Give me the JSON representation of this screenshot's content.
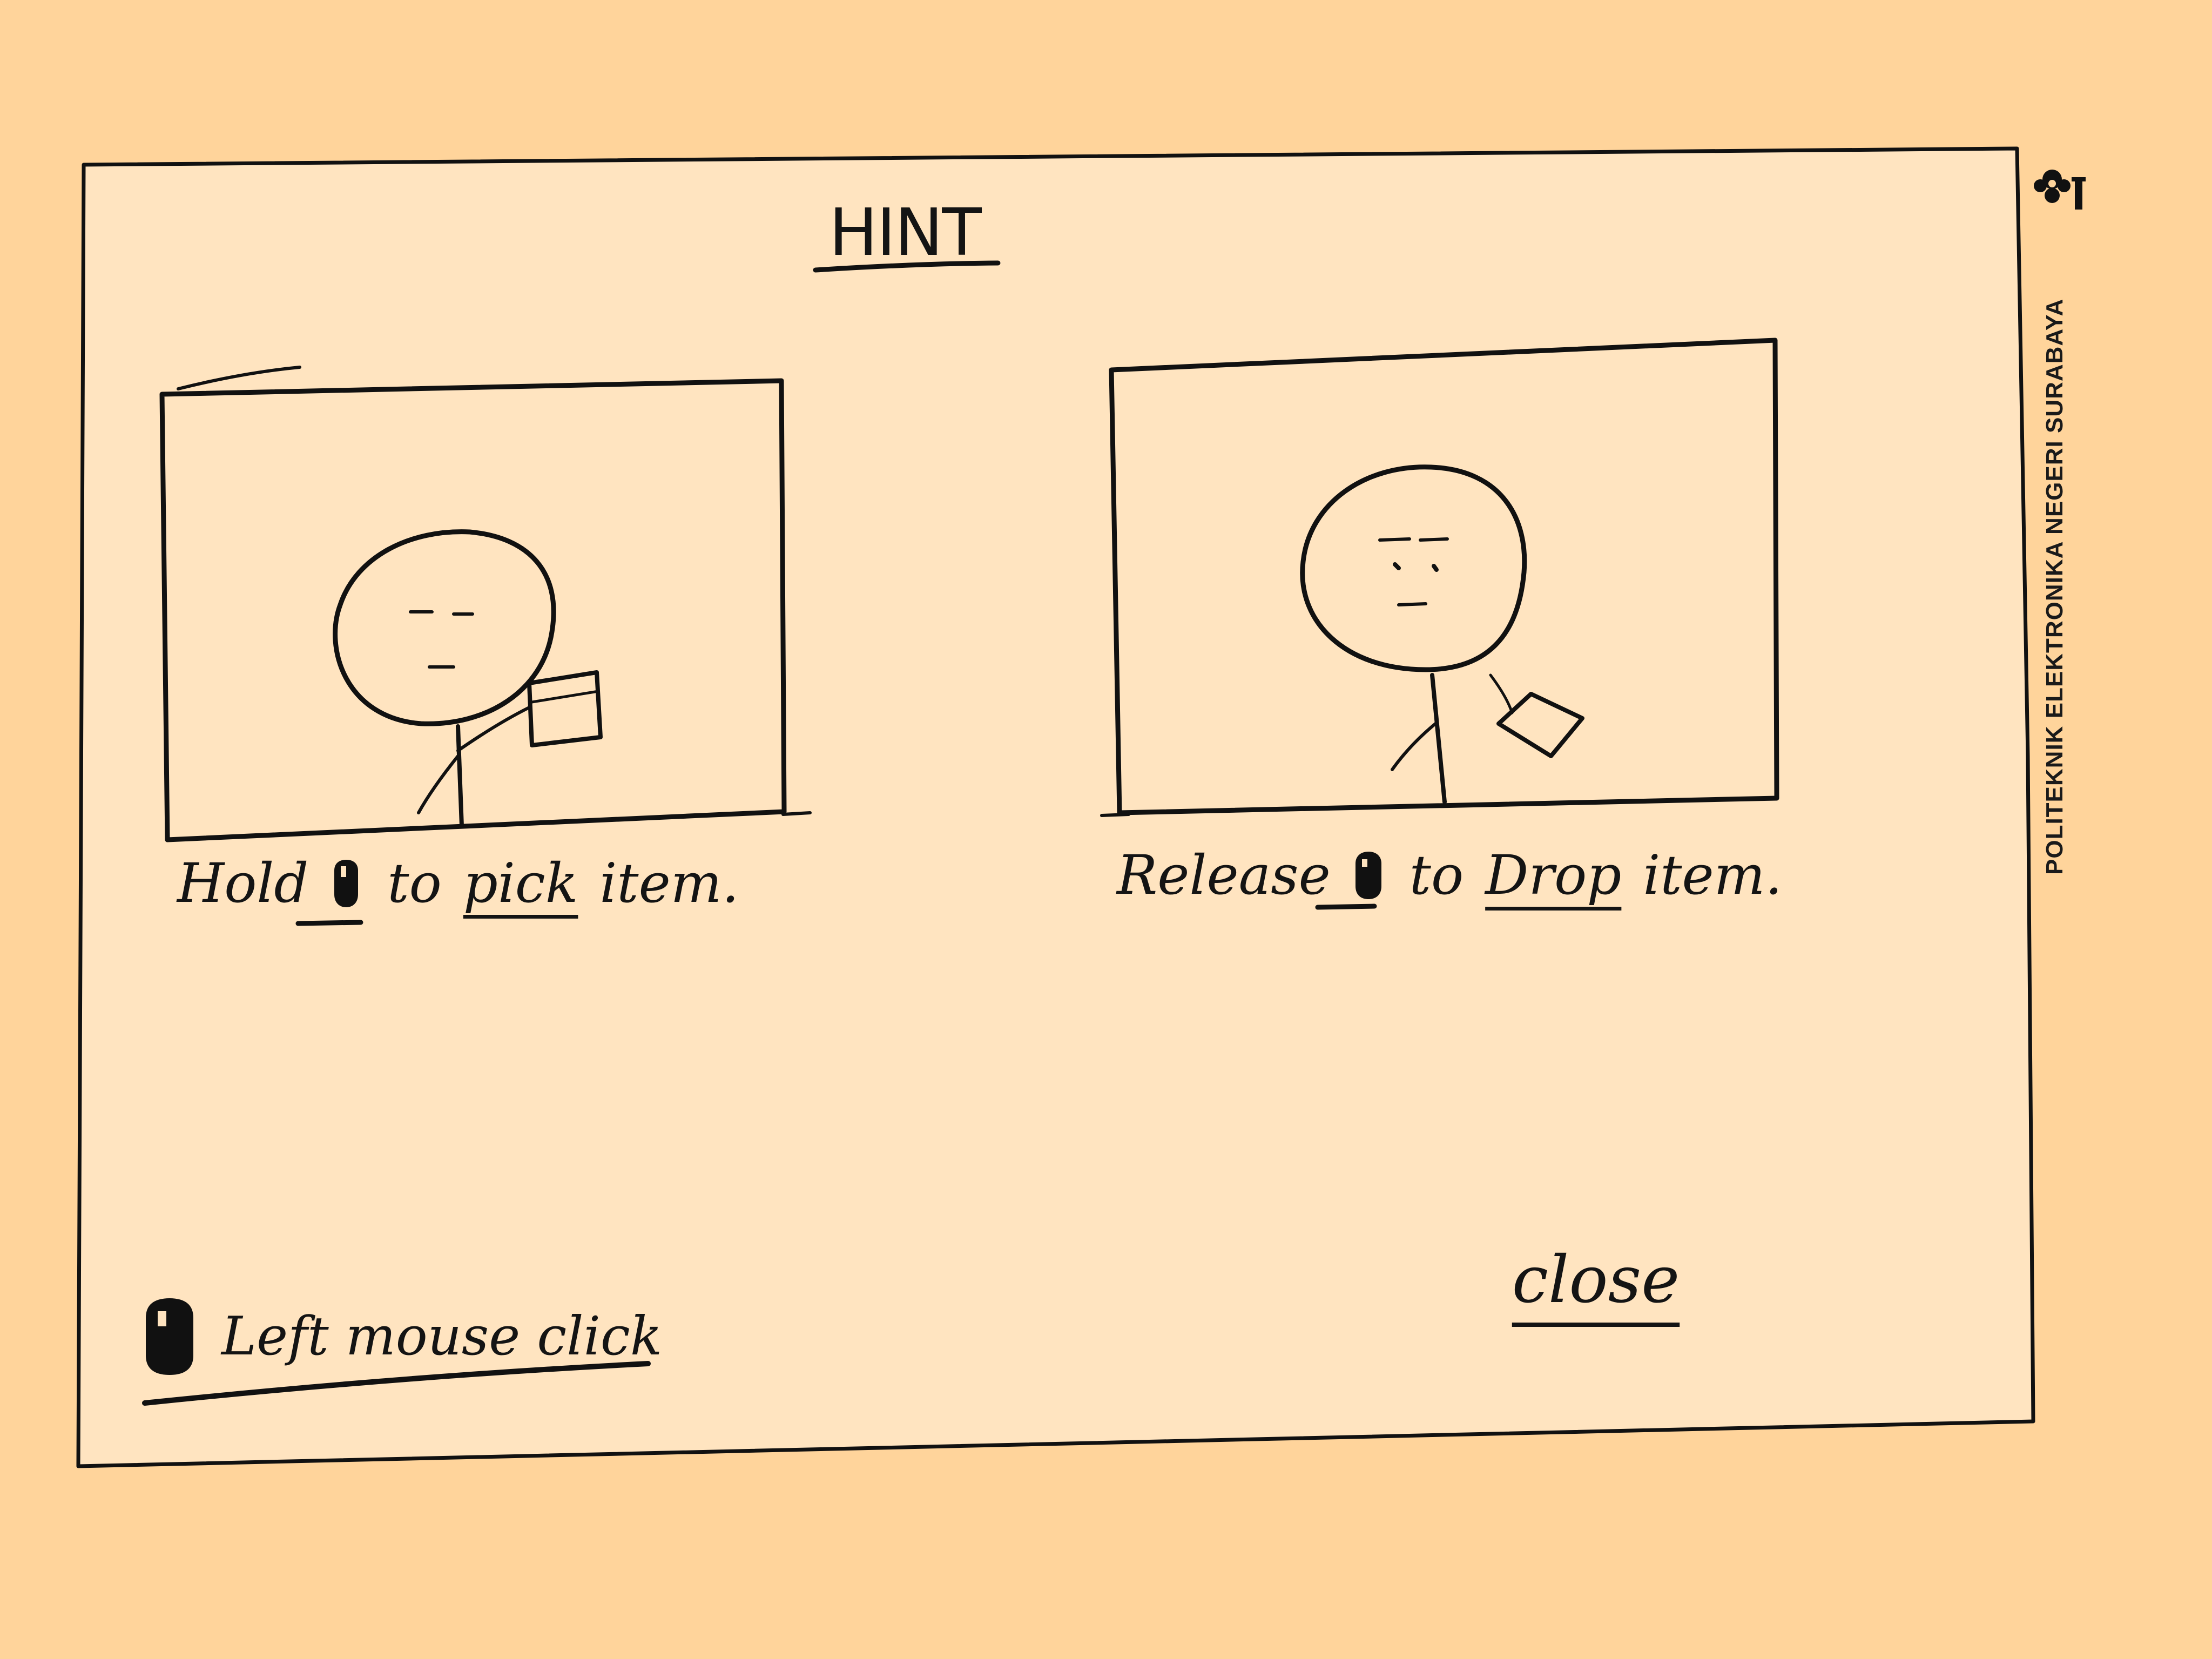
{
  "dialog": {
    "title": "HINT",
    "close_label": "close"
  },
  "panels": [
    {
      "caption_words": [
        "Hold",
        "to",
        "pick",
        "item."
      ],
      "icon": "left-mouse-button-icon"
    },
    {
      "caption_words": [
        "Release",
        "to",
        "Drop",
        "item."
      ],
      "icon": "left-mouse-button-icon"
    }
  ],
  "legend": {
    "icon": "left-mouse-button-icon",
    "label": "Left mouse click"
  },
  "branding": {
    "org_name": "POLITEKNIK ELEKTRONIKA NEGERI SURABAYA",
    "logo_icon": "pens-logo-icon"
  },
  "colors": {
    "background": "#ffd49b",
    "paper": "#ffe4c0",
    "ink": "#111111"
  }
}
